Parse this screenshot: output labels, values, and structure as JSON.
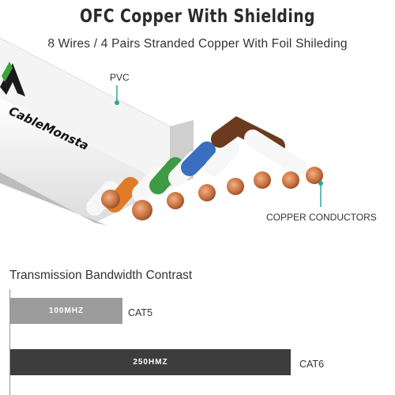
{
  "header": {
    "title": "OFC Copper With Shielding",
    "subtitle": "8 Wires / 4 Pairs Stranded Copper With Foil Shileding"
  },
  "labels": {
    "pvc": "PVC",
    "copper": "COPPER CONDUCTORS"
  },
  "brand": {
    "logo_text": "CableMonsta"
  },
  "bandwidth": {
    "title": "Transmission Bandwidth Contrast",
    "bars": [
      {
        "value_text": "100MHZ",
        "category": "CAT5",
        "value": 100,
        "color": "#9b9b9b"
      },
      {
        "value_text": "250HMZ",
        "category": "CAT6",
        "value": 250,
        "color": "#3d3d3d"
      }
    ],
    "max_value": 250
  },
  "colors": {
    "accent": "#2aa7a0",
    "copper": "#c87a4a",
    "wire_orange": "#e07b27",
    "wire_green": "#3d9a45",
    "wire_blue": "#3a6fc0",
    "wire_brown": "#6b3a1f"
  }
}
